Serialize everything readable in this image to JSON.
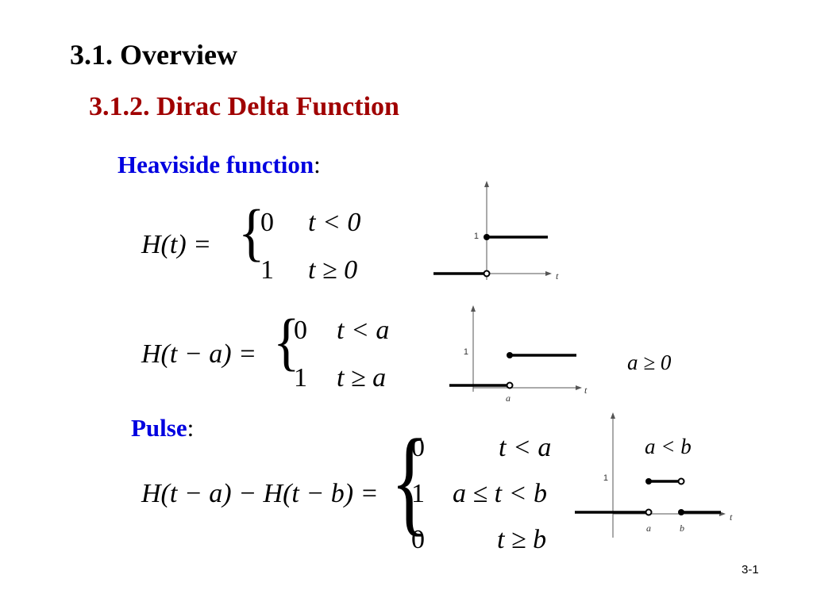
{
  "slide": {
    "title": "3.1. Overview",
    "subtitle": "3.1.2. Dirac Delta Function",
    "heaviside_heading": "Heaviside function",
    "pulse_heading": "Pulse",
    "colon": ":",
    "page_number": "3-1"
  },
  "eq1": {
    "lhs": "H(t) =",
    "case1_val": "0",
    "case1_cond": "t < 0",
    "case2_val": "1",
    "case2_cond": "t ≥ 0"
  },
  "eq2": {
    "lhs": "H(t − a) =",
    "case1_val": "0",
    "case1_cond": "t < a",
    "case2_val": "1",
    "case2_cond": "t ≥ a",
    "note": "a ≥ 0"
  },
  "eq3": {
    "lhs": "H(t − a) − H(t − b) =",
    "case1_val": "0",
    "case1_cond": "t < a",
    "case2_val": "1",
    "case2_cond": "a ≤ t < b",
    "case3_val": "0",
    "case3_cond": "t ≥ b",
    "note": "a < b"
  },
  "graph1": {
    "y_tick": "1",
    "x_label": "t"
  },
  "graph2": {
    "y_tick": "1",
    "x_label": "t",
    "a_label": "a"
  },
  "graph3": {
    "y_tick": "1",
    "x_label": "t",
    "a_label": "a",
    "b_label": "b"
  },
  "colors": {
    "subtitle": "#a00000",
    "heading": "#0000e0",
    "ink": "#000000"
  }
}
